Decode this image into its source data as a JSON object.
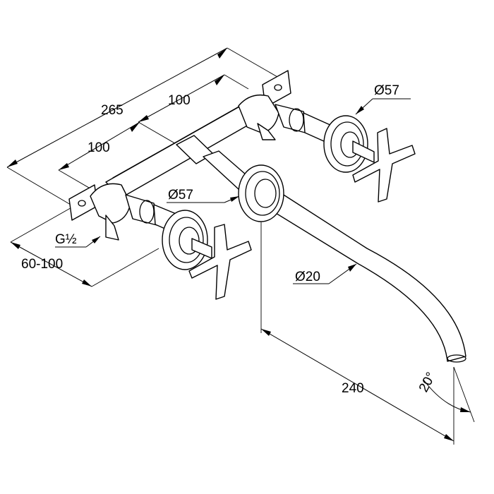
{
  "dimensions": {
    "overall_width": "265",
    "spacing_right": "100",
    "spacing_left": "100",
    "thread": "G½",
    "wall_depth": "60-100",
    "handle_diameter_right": "Ø57",
    "handle_diameter_left": "Ø57",
    "spout_diameter": "Ø20",
    "spout_projection": "240",
    "spout_angle": "20°"
  }
}
